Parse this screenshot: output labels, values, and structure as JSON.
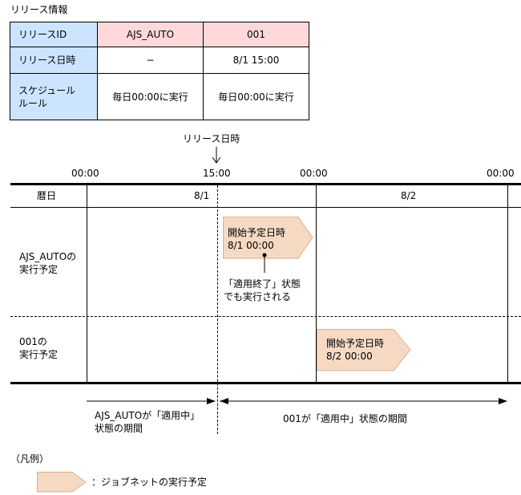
{
  "release_info": {
    "title": "リリース情報",
    "rows": [
      {
        "label": "リリースID",
        "values": [
          "AJS_AUTO",
          "001"
        ]
      },
      {
        "label": "リリース日時",
        "values": [
          "−",
          "8/1 15:00"
        ]
      },
      {
        "label_lines": [
          "スケジュール",
          "ルール"
        ],
        "values": [
          "毎日00:00に実行",
          "毎日00:00に実行"
        ]
      }
    ]
  },
  "timeline": {
    "release_marker_label": "リリース日時",
    "time_ticks": [
      "00:00",
      "15:00",
      "00:00",
      "00:00"
    ],
    "calendar_row": {
      "label": "暦日",
      "days": [
        "8/1",
        "8/2"
      ]
    },
    "rows": [
      {
        "label_lines": [
          "AJS_AUTOの",
          "実行予定"
        ],
        "schedule": {
          "title": "開始予定日時",
          "datetime": "8/1 00:00"
        },
        "note_lines": [
          "「適用終了」状態",
          "でも実行される"
        ]
      },
      {
        "label_lines": [
          "001の",
          "実行予定"
        ],
        "schedule": {
          "title": "開始予定日時",
          "datetime": "8/2 00:00"
        }
      }
    ],
    "periods": [
      {
        "label_lines": [
          "AJS_AUTOが「適用中」",
          "状態の期間"
        ]
      },
      {
        "label_lines": [
          "001が「適用中」状態の期間"
        ]
      }
    ]
  },
  "legend": {
    "title": "（凡例）",
    "items": [
      {
        "label": "：ジョブネットの実行予定"
      }
    ]
  },
  "colors": {
    "header_blue": "#cce4ff",
    "id_pink": "#ffd9d9",
    "schedule_fill": "#f5d9c3",
    "schedule_border": "#e0b08c"
  }
}
